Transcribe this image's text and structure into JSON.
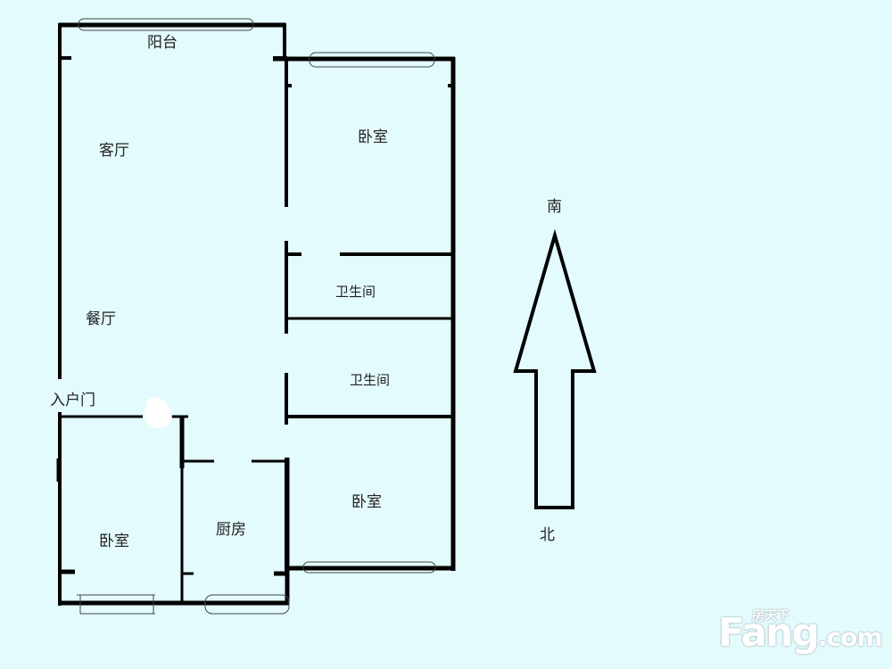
{
  "diagram": {
    "type": "apartment-floor-plan",
    "background_color": "#e3fbfd",
    "wall_color": "#000000",
    "rooms": [
      {
        "id": "balcony",
        "label": "阳台"
      },
      {
        "id": "living-room",
        "label": "客厅"
      },
      {
        "id": "dining-room",
        "label": "餐厅"
      },
      {
        "id": "entrance",
        "label": "入户门"
      },
      {
        "id": "bedroom-northeast",
        "label": "卧室"
      },
      {
        "id": "bathroom-1",
        "label": "卫生间"
      },
      {
        "id": "bathroom-2",
        "label": "卫生间"
      },
      {
        "id": "bedroom-east",
        "label": "卧室"
      },
      {
        "id": "bedroom-southwest",
        "label": "卧室"
      },
      {
        "id": "kitchen",
        "label": "厨房"
      }
    ],
    "compass": {
      "top_label": "南",
      "bottom_label": "北"
    }
  },
  "watermark": {
    "brand": "Fang",
    "domain_suffix": ".com",
    "chinese": "房天下"
  }
}
